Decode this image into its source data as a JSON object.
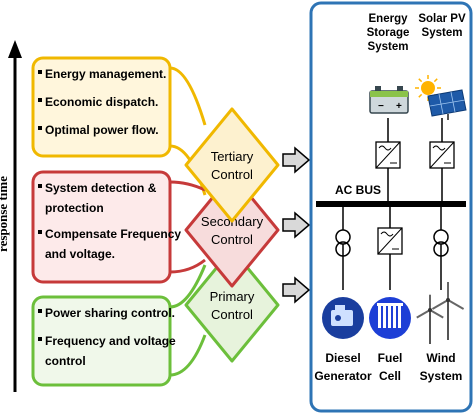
{
  "axis": {
    "label": "response time"
  },
  "tiers": [
    {
      "name": "Tertiary\nControl",
      "fill": "#fdf1cf",
      "stroke": "#f0b800",
      "box_fill": "#fff6dc",
      "items": [
        "Energy management.",
        "Economic dispatch.",
        "Optimal power flow."
      ]
    },
    {
      "name": "Secondary\nControl",
      "fill": "#f7dcdc",
      "stroke": "#c63a3a",
      "box_fill": "#fdeaea",
      "items": [
        "System detection &\nprotection",
        "Compensate Frequency\nand voltage."
      ]
    },
    {
      "name": "Primary\nControl",
      "fill": "#e7f3dc",
      "stroke": "#6cbf3b",
      "box_fill": "#f0f8ea",
      "items": [
        "Power sharing control.",
        "Frequency and voltage\ncontrol"
      ]
    }
  ],
  "microgrid": {
    "bus_label": "AC BUS",
    "frame_color": "#2e74b5",
    "top_sources": [
      {
        "label": "Energy\nStorage\nSystem",
        "icon": "battery-icon"
      },
      {
        "label": "Solar PV\nSystem",
        "icon": "solar-panel-icon"
      }
    ],
    "bottom_sources": [
      {
        "label": "Diesel\nGenerator",
        "icon": "diesel-generator-icon"
      },
      {
        "label": "Fuel\nCell",
        "icon": "fuel-cell-icon"
      },
      {
        "label": "Wind\nSystem",
        "icon": "wind-turbine-icon"
      }
    ]
  }
}
